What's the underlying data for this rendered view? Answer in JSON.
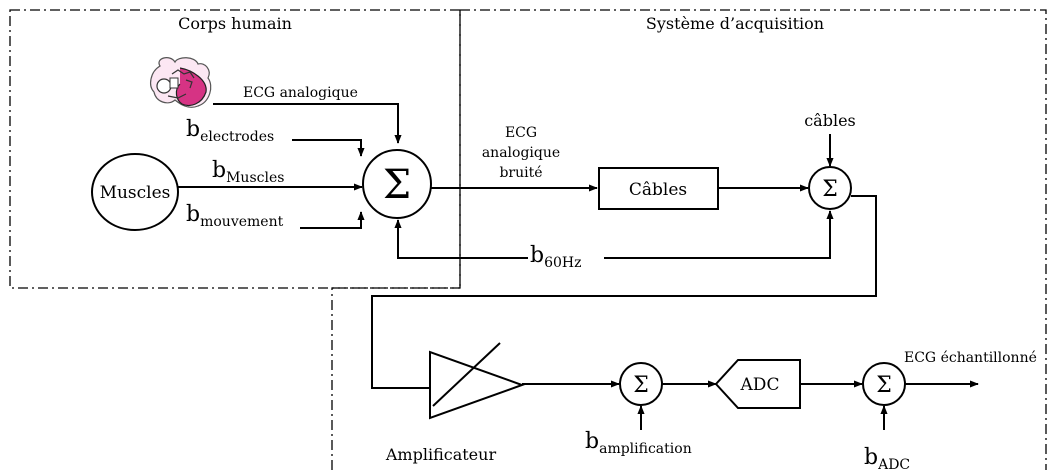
{
  "regions": {
    "corps_humain": "Corps humain",
    "systeme_acquisition": "Système d’acquisition"
  },
  "labels": {
    "ecg_analogique": "ECG analogique",
    "ecg_bruite_line1": "ECG",
    "ecg_bruite_line2": "analogique",
    "ecg_bruite_line3": "bruité",
    "cables_noise": "câbles",
    "ecg_echantillonne": "ECG échantillonné",
    "amplificateur": "Amplificateur"
  },
  "noise": {
    "electrodes": {
      "base": "b",
      "sub": "electrodes"
    },
    "muscles": {
      "base": "b",
      "sub": "Muscles"
    },
    "mouvement": {
      "base": "b",
      "sub": "mouvement"
    },
    "hz60": {
      "base": "b",
      "sub": "60Hz"
    },
    "amplification": {
      "base": "b",
      "sub": "amplification"
    },
    "adc": {
      "base": "b",
      "sub": "ADC"
    }
  },
  "blocks": {
    "muscles": "Muscles",
    "cables": "Câbles",
    "adc": "ADC"
  },
  "sum_symbol": "Σ",
  "icons": {
    "heart": "heart-icon"
  }
}
